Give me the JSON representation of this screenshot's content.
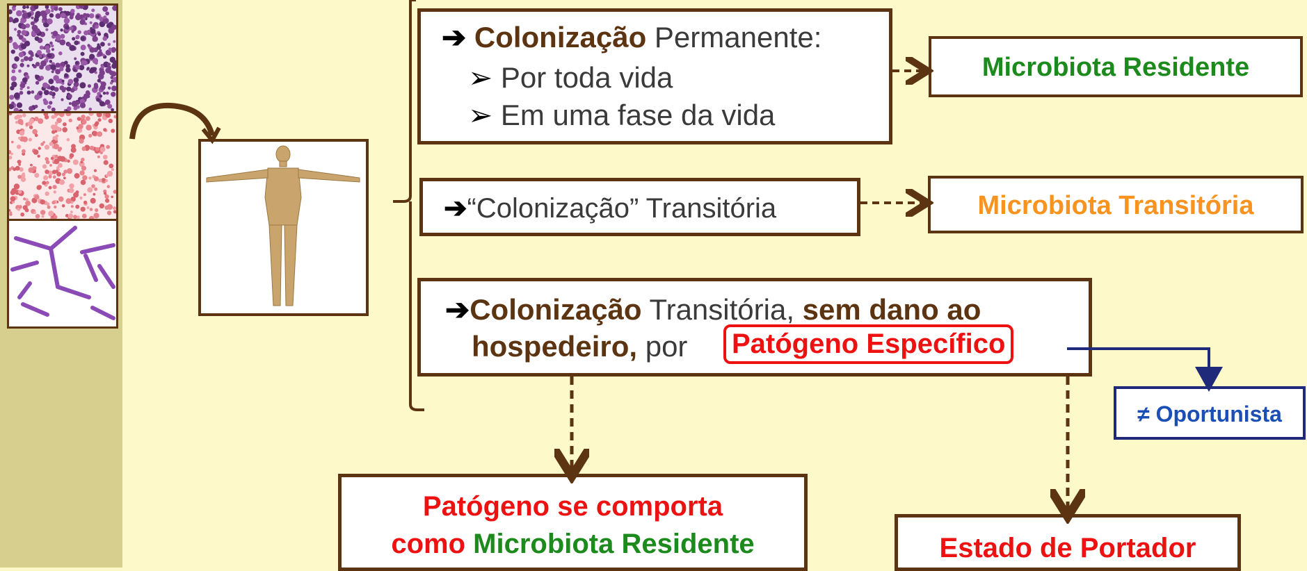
{
  "colors": {
    "background": "#fdf9c8",
    "sidebar": "#d7cf8e",
    "box_border": "#5c3411",
    "green": "#1c8a1c",
    "orange": "#f7931e",
    "red": "#ee1111",
    "blue": "#1b4fb5",
    "connector_blue": "#1f2a7a"
  },
  "box_permanent": {
    "arrow": "➔",
    "bold": "Colonização",
    "rest": " Permanente:",
    "bullet_icon": "➢",
    "items": [
      "Por toda vida",
      "Em uma fase da vida"
    ]
  },
  "box_resident": {
    "label": "Microbiota Residente"
  },
  "box_transient": {
    "arrow": "➔",
    "text": "“Colonização” Transitória"
  },
  "box_transient_microbiota": {
    "label": "Microbiota Transitória"
  },
  "box_pathogen": {
    "arrow": "➔",
    "bold1": "Colonização",
    "t1": " Transitória, ",
    "bold2": "sem dano ao",
    "bold3": "hospedeiro,",
    "t2": " por ",
    "highlight": "Patógeno Específico"
  },
  "box_opportunist": {
    "label": "≠ Oportunista"
  },
  "box_behaves": {
    "line1": "Patógeno se comporta",
    "line2_red": "como ",
    "line2_green": "Microbiota Residente"
  },
  "box_carrier": {
    "label": "Estado de Portador"
  },
  "icons": [
    "micrograph-cocci",
    "micrograph-red-cells",
    "micrograph-rods",
    "curved-arrow-icon",
    "human-body-figure"
  ]
}
